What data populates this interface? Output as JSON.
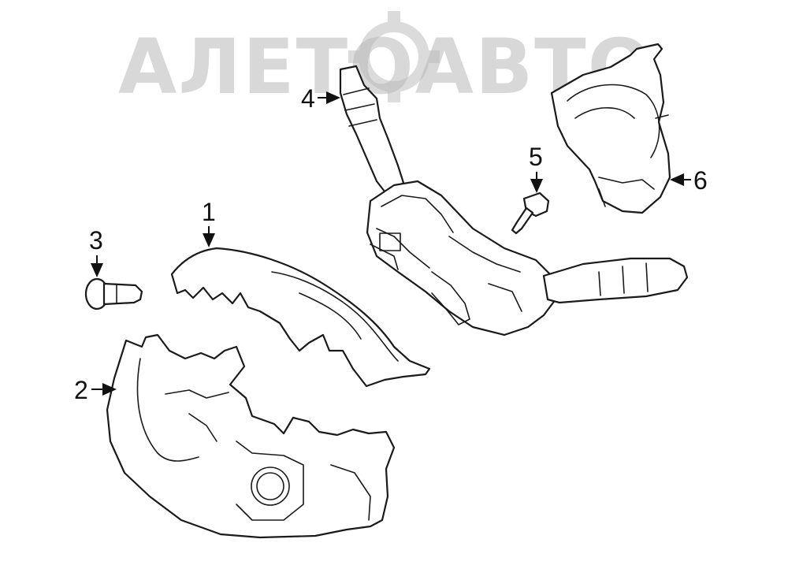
{
  "watermark": {
    "text": "АЛЕТОАВТО",
    "color": "#b9b9b9",
    "icon": "gear-icon"
  },
  "callouts": [
    {
      "id": "1",
      "label": "1"
    },
    {
      "id": "2",
      "label": "2"
    },
    {
      "id": "3",
      "label": "3"
    },
    {
      "id": "4",
      "label": "4"
    },
    {
      "id": "5",
      "label": "5"
    },
    {
      "id": "6",
      "label": "6"
    }
  ],
  "colors": {
    "line": "#1a1a1a",
    "background": "#ffffff"
  }
}
